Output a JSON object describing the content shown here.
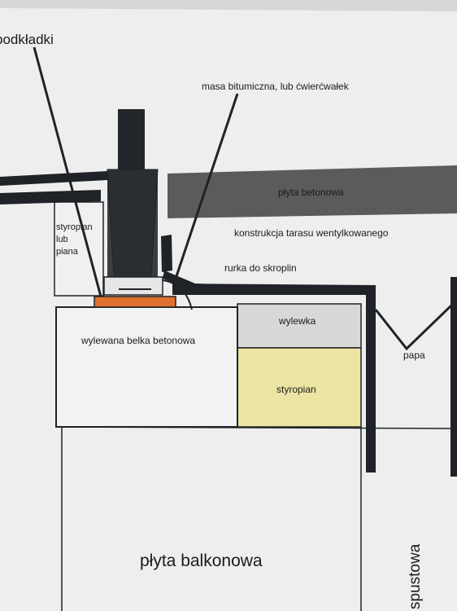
{
  "diagram": {
    "labels": {
      "podkladki": "podkładki",
      "masa": "masa bitumiczna, lub ćwierćwałek",
      "plyta_betonowa": "płyta betonowa",
      "konstrukcja": "konstrukcja tarasu wentylkowanego",
      "rurka": "rurka do skroplin",
      "styropian_lub_piana_1": "styropian",
      "styropian_lub_piana_2": "lub",
      "styropian_lub_piana_3": "piana",
      "wylewana": "wylewana belka betonowa",
      "wylewka": "wylewka",
      "styropian": "styropian",
      "papa": "papa",
      "plyta_balkonowa": "płyta balkonowa",
      "spustowa": "spustowa"
    },
    "colors": {
      "paper": "#f3f3f3",
      "ink": "#1f2327",
      "slab_dark": "#5b5b5b",
      "screed": "#d8d8d8",
      "foam_yellow": "#ece4a2",
      "pad_orange": "#e0702e"
    }
  }
}
